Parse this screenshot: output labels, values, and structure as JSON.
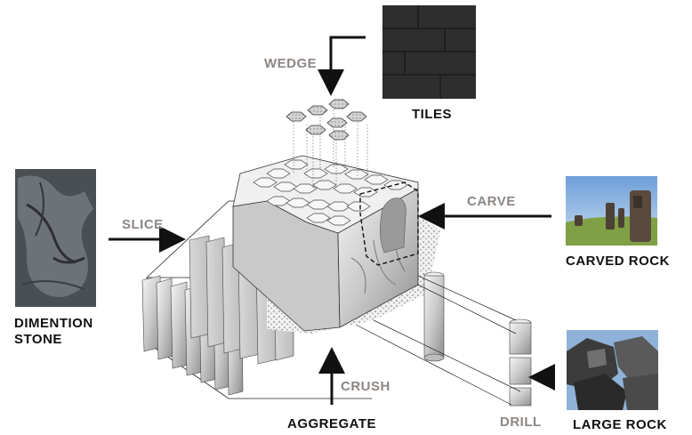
{
  "operations": {
    "wedge": "WEDGE",
    "slice": "SLICE",
    "carve": "CARVE",
    "crush": "CRUSH",
    "drill": "DRILL"
  },
  "products": {
    "tiles": "TILES",
    "dimension_stone_line1": "DIMENTION",
    "dimension_stone_line2": "STONE",
    "carved_rock": "CARVED ROCK",
    "aggregate": "AGGREGATE",
    "large_rock": "LARGE ROCK"
  },
  "colors": {
    "operation_text": "#8c8683",
    "product_text": "#111111",
    "arrow": "#111111",
    "stone_light": "#e6e6e6",
    "stone_shadow": "#9a9a9a",
    "tile_dark": "#2e2e2e"
  }
}
